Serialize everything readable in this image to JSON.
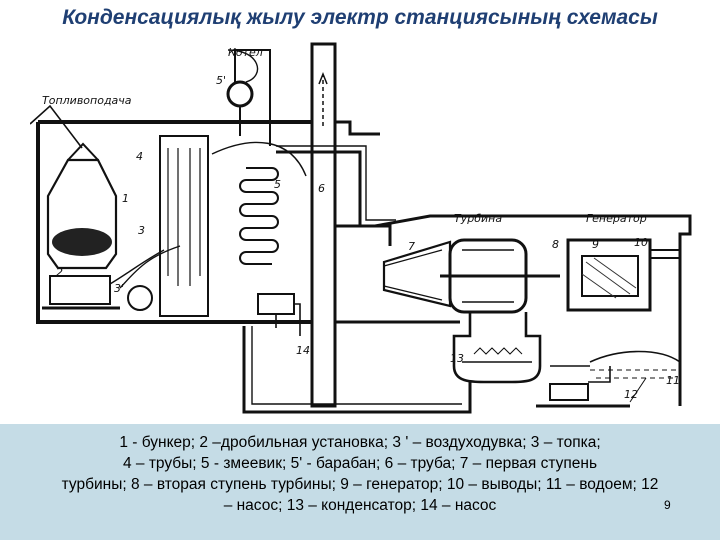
{
  "title": "Конденсациялық жылу электр станциясының схемасы",
  "diagram": {
    "labels": {
      "kotel": "Котел",
      "toplivopodacha": "Топливоподача",
      "turbina": "Турбина",
      "generator": "Генератор"
    },
    "numbers": {
      "n1": "1",
      "n2": "2",
      "n3": "3",
      "n3p": "3'",
      "n4": "4",
      "n5": "5",
      "n5p": "5'",
      "n6": "6",
      "n7": "7",
      "n8": "8",
      "n9": "9",
      "n10": "10",
      "n11": "11",
      "n12": "12",
      "n13": "13",
      "n14": "14"
    }
  },
  "caption": {
    "line1": "1 - бункер; 2 –дробильная установка; 3 ' – воздуходувка; 3 – топка;",
    "line2": "4 – трубы; 5 - змеевик; 5' - барабан; 6 – труба; 7 – первая ступень",
    "line3": "турбины; 8 – вторая ступень турбины; 9 – генератор; 10 – выводы; 11 – водоем; 12",
    "line4": "– насос; 13 – конденсатор; 14 – насос"
  },
  "page_number": "9"
}
